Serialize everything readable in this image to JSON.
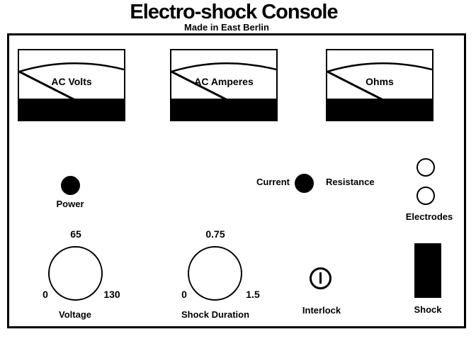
{
  "title": "Electro-shock Console",
  "subtitle": "Made in East Berlin",
  "meters": [
    {
      "name": "ac-volts-meter",
      "label": "AC Volts"
    },
    {
      "name": "ac-amperes-meter",
      "label": "AC Amperes"
    },
    {
      "name": "ohms-meter",
      "label": "Ohms"
    }
  ],
  "controls": {
    "power": {
      "label": "Power"
    },
    "mode": {
      "left_label": "Current",
      "right_label": "Resistance"
    },
    "electrodes": {
      "label": "Electrodes"
    },
    "voltage": {
      "label": "Voltage",
      "min": "0",
      "mid": "65",
      "max": "130"
    },
    "shock_duration": {
      "label": "Shock Duration",
      "min": "0",
      "mid": "0.75",
      "max": "1.5"
    },
    "interlock": {
      "label": "Interlock"
    },
    "shock": {
      "label": "Shock"
    }
  },
  "colors": {
    "foreground": "#000000",
    "background": "#ffffff"
  }
}
